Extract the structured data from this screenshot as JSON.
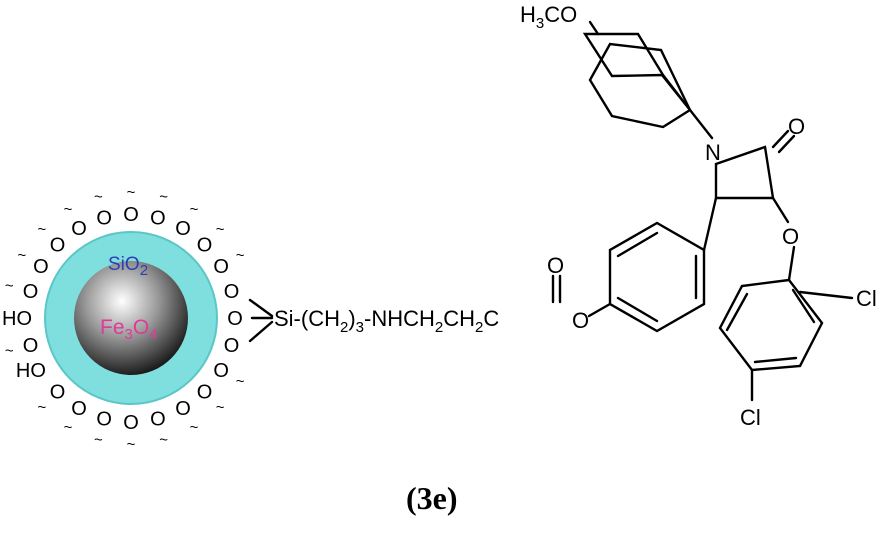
{
  "nanoparticle": {
    "core_label": "Fe",
    "core_sub1": "3",
    "core_mid": "O",
    "core_sub2": "4",
    "shell_label": "SiO",
    "shell_sub": "2",
    "colors": {
      "core_text": "#e0399a",
      "shell_text": "#2d3fb5",
      "shell": "#7fdede",
      "core_dark": "#111111",
      "core_light": "#ffffff"
    },
    "o_label": "O",
    "ho_label": "HO"
  },
  "linker": {
    "si": "Si-(CH",
    "sub1": "2",
    "mid": ")",
    "sub2": "3",
    "nh": "-NHCH",
    "sub3": "2",
    "ch": "CH",
    "sub4": "2",
    "c": "C",
    "o_ester": "O",
    "o_carbonyl": "O"
  },
  "right_molecule": {
    "h3co_h": "H",
    "h3co_sub": "3",
    "h3co_rest": "CO",
    "n_label": "N",
    "carbonyl_o": "O",
    "ether_o": "O",
    "cl1": "Cl",
    "cl2": "Cl"
  },
  "caption": "(3e)"
}
